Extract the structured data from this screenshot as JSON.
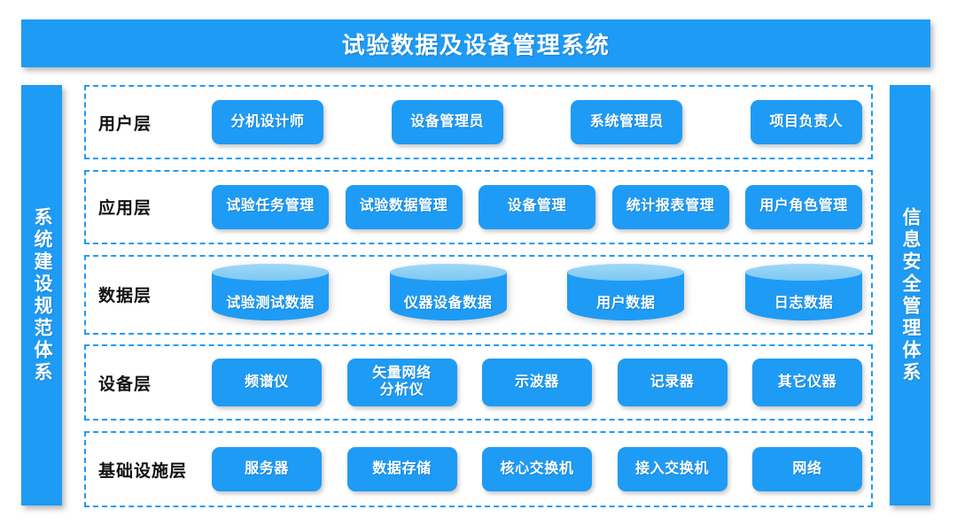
{
  "title": {
    "text": "试验数据及设备管理系统"
  },
  "colors": {
    "primary": "#1E9BF5",
    "cylinder_top": "#7EC8F3",
    "background": "#FFFFFF",
    "label_text": "#111111",
    "node_text": "#FFFFFF"
  },
  "sidebars": {
    "left": {
      "text": "系统建设规范体系"
    },
    "right": {
      "text": "信息安全管理体系"
    }
  },
  "layers": [
    {
      "id": "user",
      "label": "用户层",
      "node_type": "pill",
      "nodes": [
        {
          "label": "分机设计师"
        },
        {
          "label": "设备管理员"
        },
        {
          "label": "系统管理员"
        },
        {
          "label": "项目负责人"
        }
      ]
    },
    {
      "id": "application",
      "label": "应用层",
      "node_type": "pill",
      "nodes": [
        {
          "label": "试验任务管理"
        },
        {
          "label": "试验数据管理"
        },
        {
          "label": "设备管理"
        },
        {
          "label": "统计报表管理"
        },
        {
          "label": "用户角色管理"
        }
      ]
    },
    {
      "id": "data",
      "label": "数据层",
      "node_type": "cylinder",
      "nodes": [
        {
          "label": "试验测试数据"
        },
        {
          "label": "仪器设备数据"
        },
        {
          "label": "用户数据"
        },
        {
          "label": "日志数据"
        }
      ]
    },
    {
      "id": "device",
      "label": "设备层",
      "node_type": "pill",
      "nodes": [
        {
          "label": "频谱仪"
        },
        {
          "label": "矢量网络\n分析仪"
        },
        {
          "label": "示波器"
        },
        {
          "label": "记录器"
        },
        {
          "label": "其它仪器"
        }
      ]
    },
    {
      "id": "infrastructure",
      "label": "基础设施层",
      "node_type": "pill",
      "nodes": [
        {
          "label": "服务器"
        },
        {
          "label": "数据存储"
        },
        {
          "label": "核心交换机"
        },
        {
          "label": "接入交换机"
        },
        {
          "label": "网络"
        }
      ]
    }
  ]
}
